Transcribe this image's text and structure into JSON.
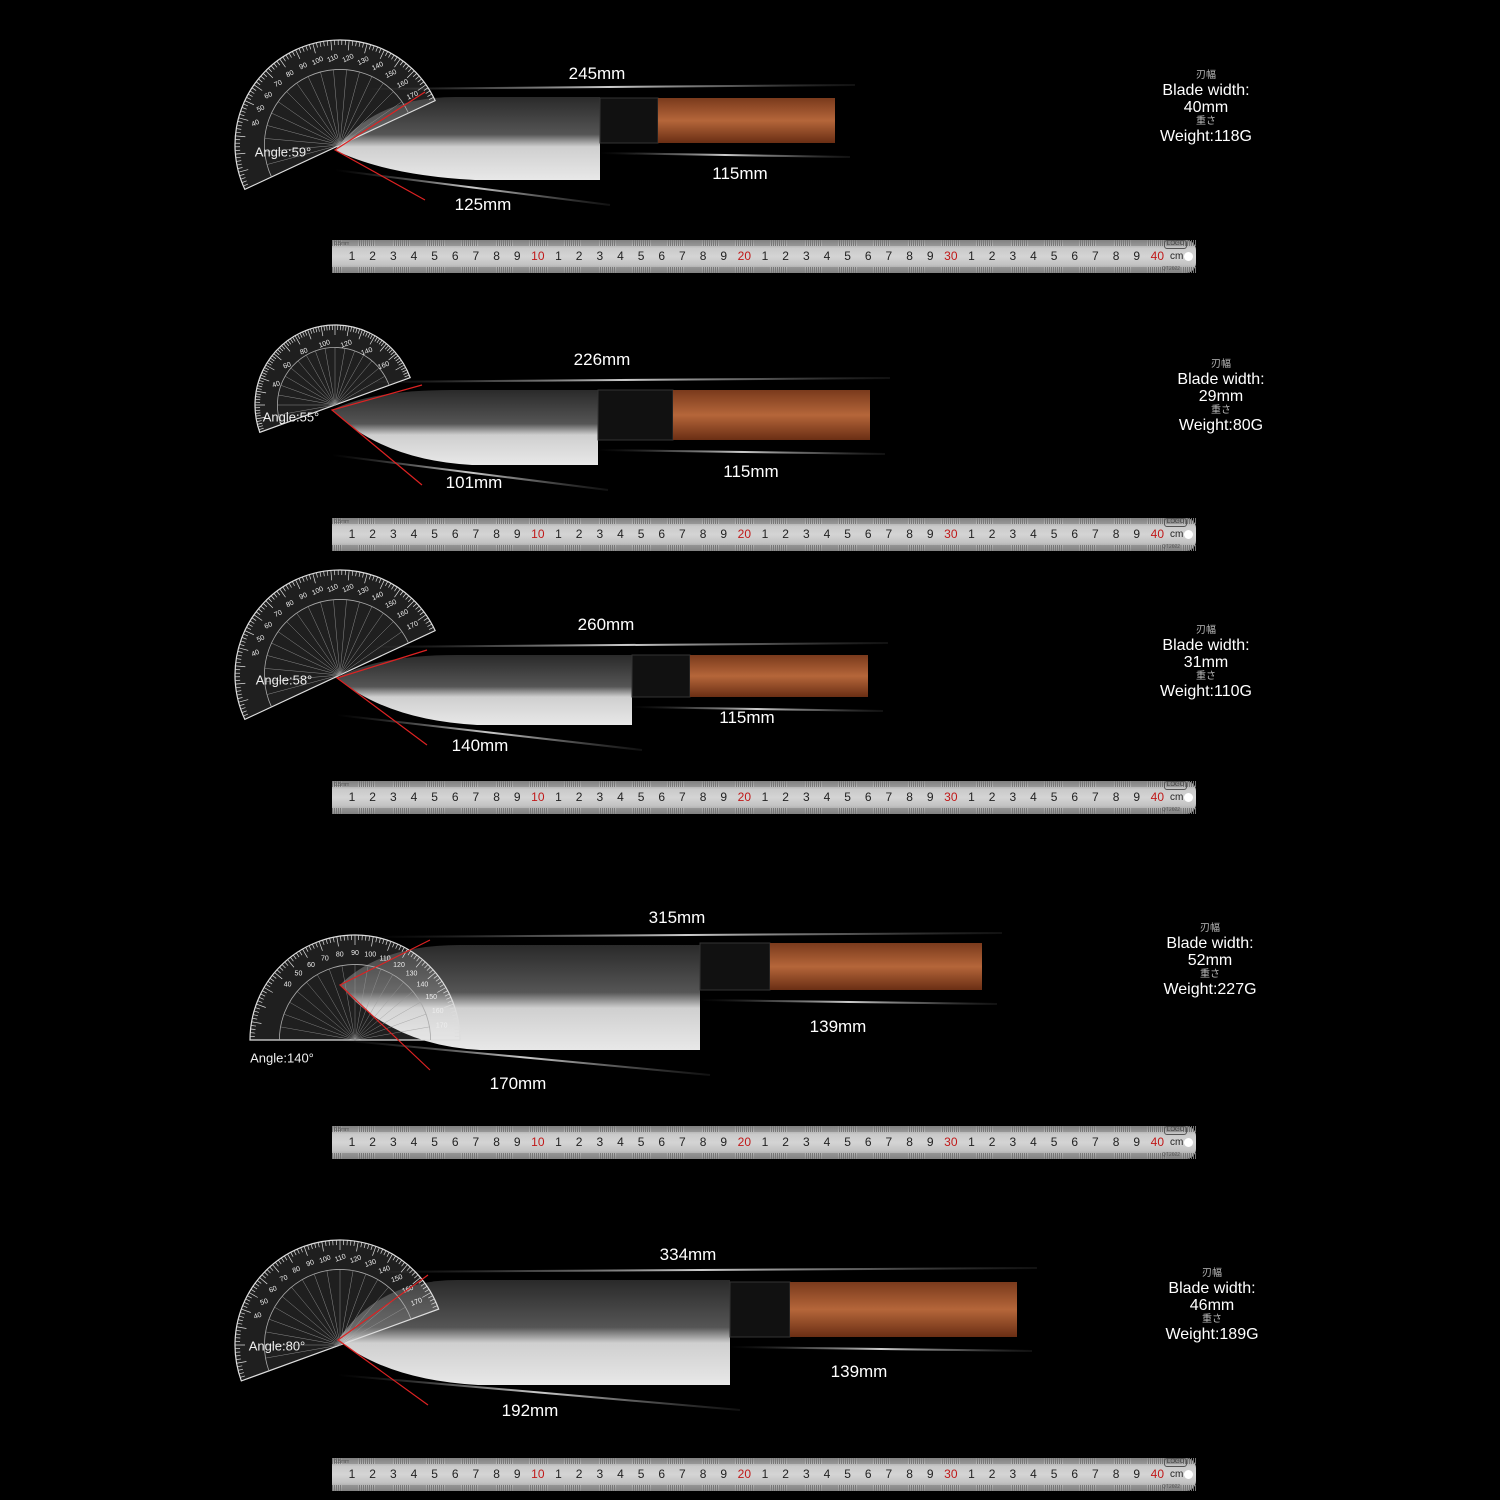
{
  "ruler": {
    "labels": [
      "1",
      "2",
      "3",
      "4",
      "5",
      "6",
      "7",
      "8",
      "9",
      "10",
      "1",
      "2",
      "3",
      "4",
      "5",
      "6",
      "7",
      "8",
      "9",
      "20",
      "1",
      "2",
      "3",
      "4",
      "5",
      "6",
      "7",
      "8",
      "9",
      "30",
      "1",
      "2",
      "3",
      "4",
      "5",
      "6",
      "7",
      "8",
      "9",
      "40"
    ],
    "unit": "cm",
    "logo": "LOGO",
    "code": "QT2022",
    "fine_mark": "0.5mm",
    "highlight_color": "#c01818"
  },
  "knives": [
    {
      "total_length": "245mm",
      "handle_length": "115mm",
      "blade_length": "125mm",
      "angle": "Angle:59°",
      "blade_width_jp": "刃幅",
      "blade_width_label": "Blade width:",
      "blade_width": "40mm",
      "weight_jp": "重さ",
      "weight": "Weight:118G"
    },
    {
      "total_length": "226mm",
      "handle_length": "115mm",
      "blade_length": "101mm",
      "angle": "Angle:55°",
      "blade_width_jp": "刃幅",
      "blade_width_label": "Blade width:",
      "blade_width": "29mm",
      "weight_jp": "重さ",
      "weight": "Weight:80G"
    },
    {
      "total_length": "260mm",
      "handle_length": "115mm",
      "blade_length": "140mm",
      "angle": "Angle:58°",
      "blade_width_jp": "刃幅",
      "blade_width_label": "Blade width:",
      "blade_width": "31mm",
      "weight_jp": "重さ",
      "weight": "Weight:110G"
    },
    {
      "total_length": "315mm",
      "handle_length": "139mm",
      "blade_length": "170mm",
      "angle": "Angle:140°",
      "blade_width_jp": "刃幅",
      "blade_width_label": "Blade width:",
      "blade_width": "52mm",
      "weight_jp": "重さ",
      "weight": "Weight:227G"
    },
    {
      "total_length": "334mm",
      "handle_length": "139mm",
      "blade_length": "192mm",
      "angle": "Angle:80°",
      "blade_width_jp": "刃幅",
      "blade_width_label": "Blade width:",
      "blade_width": "46mm",
      "weight_jp": "重さ",
      "weight": "Weight:189G"
    }
  ],
  "colors": {
    "background": "#000000",
    "handle_wood": "#a0522d",
    "bolster": "#111111",
    "blade": "#9a9a9a"
  }
}
